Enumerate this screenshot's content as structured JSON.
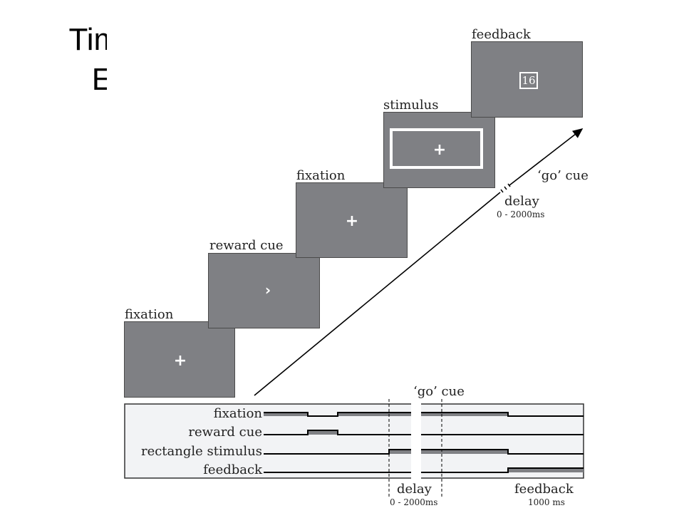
{
  "slide": {
    "title_line1": "Timeline of the",
    "title_line2": "Experiment"
  },
  "screens": {
    "fixation1_label": "fixation",
    "reward_cue_label": "reward cue",
    "fixation2_label": "fixation",
    "stimulus_label": "stimulus",
    "feedback_label": "feedback",
    "fixation_symbol": "+",
    "reward_cue_symbol": "›",
    "feedback_value": "16"
  },
  "arrow": {
    "go_cue_label": "‘go’ cue",
    "delay_label": "delay",
    "delay_range": "0 - 2000ms"
  },
  "timeline": {
    "go_cue_label": "‘go’ cue",
    "rows": [
      "fixation",
      "reward cue",
      "rectangle stimulus",
      "feedback"
    ],
    "delay_label": "delay",
    "delay_range": "0 - 2000ms",
    "feedback_label": "feedback",
    "feedback_duration": "1000 ms"
  },
  "colors": {
    "screen_gray": "#7f8084",
    "panel_bg": "#f2f3f5",
    "trace_fill": "#7f8084"
  }
}
